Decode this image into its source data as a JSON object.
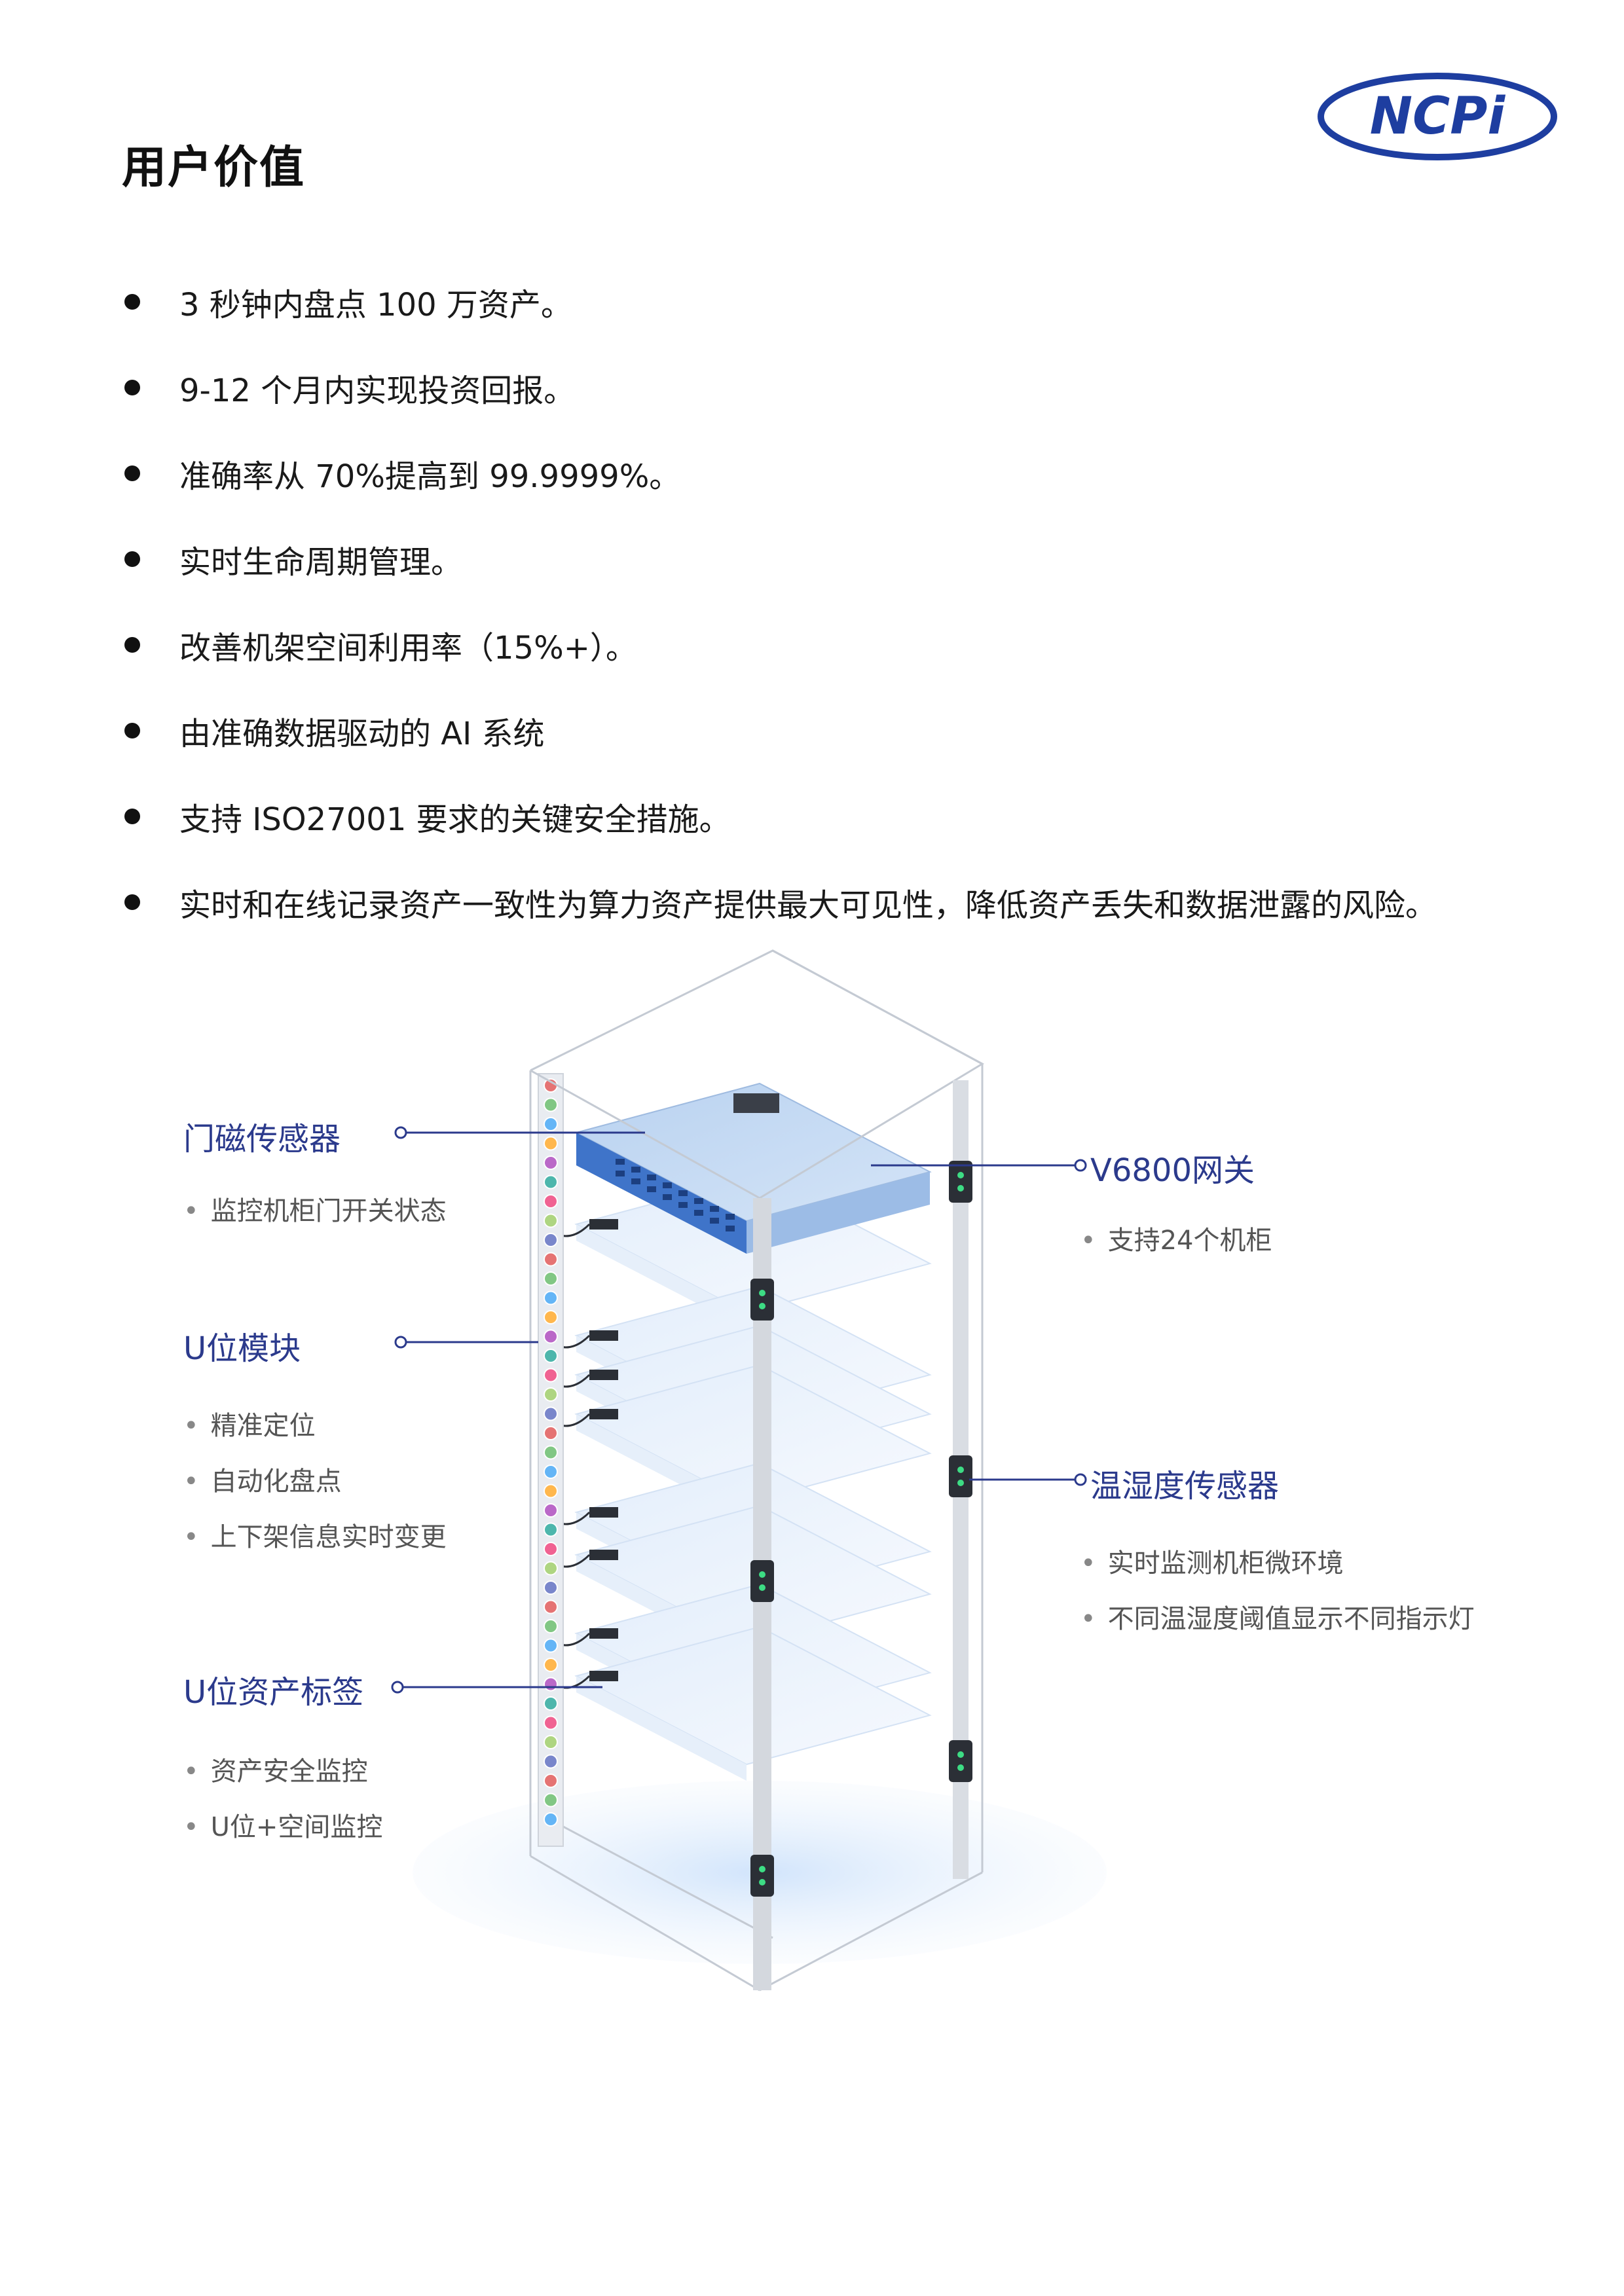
{
  "logo": {
    "text": "NCPi",
    "color": "#1e3ea0"
  },
  "page_title": "用户价值",
  "bullets": [
    "3 秒钟内盘点 100 万资产。",
    "9-12 个月内实现投资回报。",
    "准确率从 70%提高到 99.9999%。",
    "实时生命周期管理。",
    "改善机架空间利用率（15%+）。",
    "由准确数据驱动的 AI 系统",
    "支持 ISO27001 要求的关键安全措施。",
    "实时和在线记录资产一致性为算力资产提供最大可见性，降低资产丢失和数据泄露的风险。"
  ],
  "diagram": {
    "door_sensor": {
      "title": "门磁传感器",
      "items": [
        "监控机柜门开关状态"
      ]
    },
    "u_module": {
      "title": "U位模块",
      "items": [
        "精准定位",
        "自动化盘点",
        "上下架信息实时变更"
      ]
    },
    "u_tag": {
      "title": "U位资产标签",
      "items": [
        "资产安全监控",
        "U位+空间监控"
      ]
    },
    "gateway": {
      "title": "V6800网关",
      "items": [
        "支持24个机柜"
      ]
    },
    "th_sensor": {
      "title": "温湿度传感器",
      "items": [
        "实时监测机柜微环境",
        "不同温湿度阈值显示不同指示灯"
      ]
    },
    "accent_color": "#2b3a8c",
    "led_colors": [
      "#e57373",
      "#81c784",
      "#64b5f6",
      "#ffb74d",
      "#ba68c8",
      "#4db6ac",
      "#f06292",
      "#aed581",
      "#7986cb"
    ]
  }
}
